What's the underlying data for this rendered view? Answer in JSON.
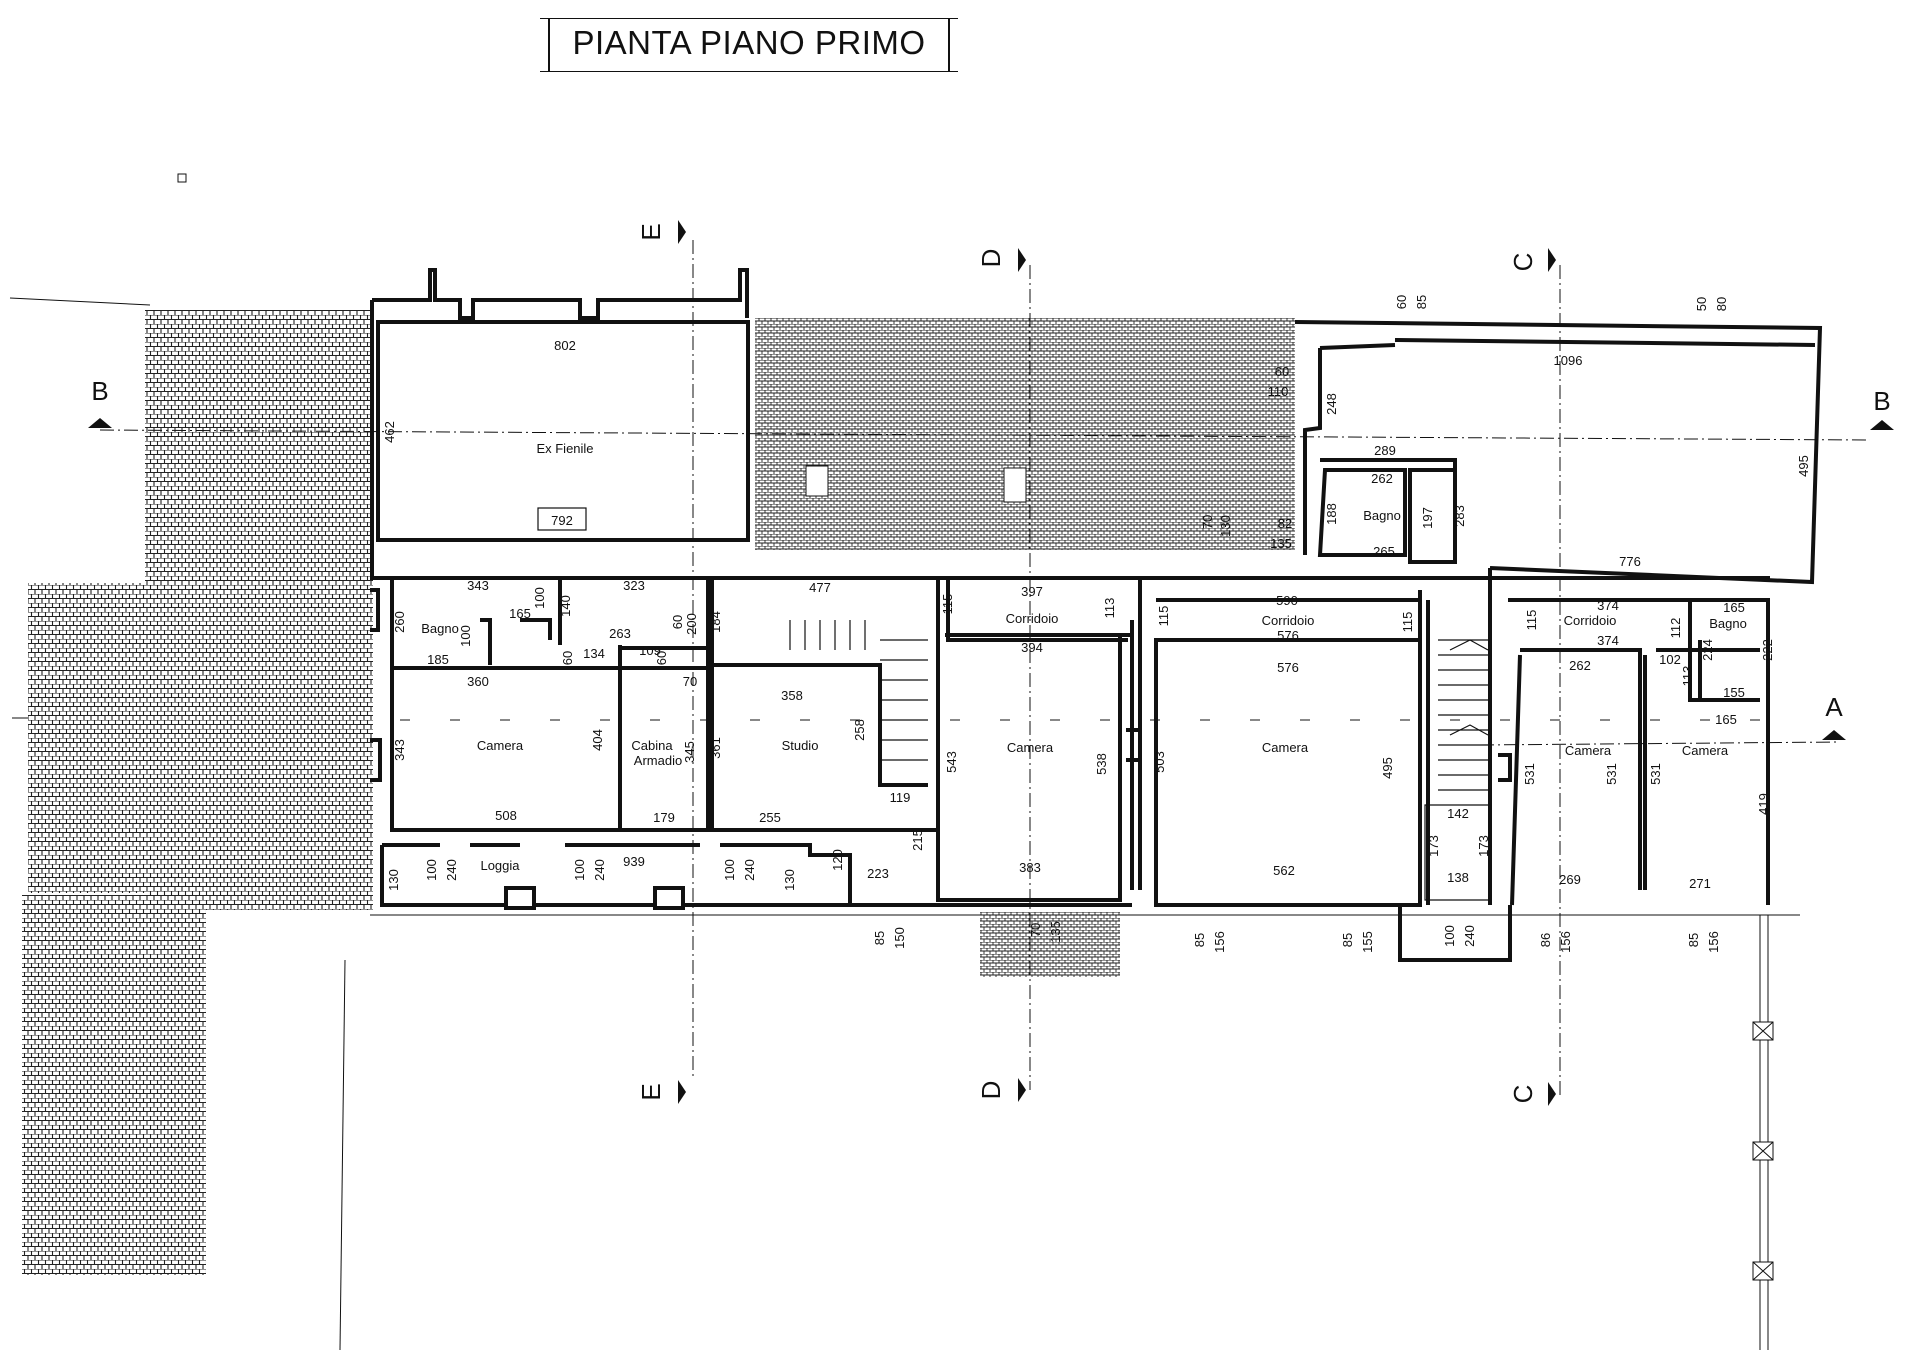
{
  "title": "PIANTA PIANO PRIMO",
  "sections": {
    "a": "A",
    "b": "B",
    "c": "C",
    "d": "D",
    "e": "E"
  },
  "rooms": {
    "ex_fienile": "Ex Fienile",
    "bagno_1": "Bagno",
    "bagno_2": "Bagno",
    "bagno_3": "Bagno",
    "camera_1": "Camera",
    "camera_2": "Camera",
    "camera_3": "Camera",
    "camera_4": "Camera",
    "camera_5": "Camera",
    "cabina": "Cabina",
    "armadio": "Armadio",
    "studio": "Studio",
    "loggia": "Loggia",
    "corridoio_1": "Corridoio",
    "corridoio_2": "Corridoio",
    "corridoio_3": "Corridoio"
  },
  "dims": {
    "ef_top": "802",
    "ef_left": "462",
    "ef_bottom": "792",
    "b1_top": "343",
    "b1_left": "260",
    "b1_in": "165",
    "b1_bot": "185",
    "b1_v": "100",
    "b1_v2": "100",
    "b1_140": "140",
    "b1_60": "60",
    "c1_top": "360",
    "c1_left": "343",
    "c1_right": "404",
    "c1_bot": "508",
    "d323": "323",
    "d263": "263",
    "d134": "134",
    "d109": "109",
    "d60b": "60",
    "d60c": "60",
    "d200": "200",
    "d70": "70",
    "cab_345": "345",
    "cab_179": "179",
    "st_477": "477",
    "st_184": "184",
    "st_358": "358",
    "st_361": "361",
    "st_258": "258",
    "st_255": "255",
    "st_119": "119",
    "st_120": "120",
    "st_215": "215",
    "st_223": "223",
    "lg_939": "939",
    "lg_130a": "130",
    "lg_100a": "100",
    "lg_240a": "240",
    "lg_100b": "100",
    "lg_240b": "240",
    "lg_100c": "100",
    "lg_240c": "240",
    "lg_130b": "130",
    "w85a": "85",
    "w150a": "150",
    "co1_397": "397",
    "co1_115": "115",
    "co1_113": "113",
    "co1_394": "394",
    "c2_543": "543",
    "c2_538": "538",
    "c2_383": "383",
    "w70a": "70",
    "w135a": "135",
    "d70b": "70",
    "d130": "130",
    "d82": "82",
    "d135b": "135",
    "co2_590": "590",
    "co2_576a": "576",
    "co2_576b": "576",
    "co2_115a": "115",
    "co2_115b": "115",
    "c3_503": "503",
    "c3_495": "495",
    "c3_562": "562",
    "w85b": "85",
    "w156b": "156",
    "w85c": "85",
    "w155c": "155",
    "b2_262": "262",
    "b2_188": "188",
    "b2_197": "197",
    "b2_265": "265",
    "b2_283": "283",
    "top_60a": "60",
    "top_85": "85",
    "top_50": "50",
    "top_80": "80",
    "ne_1096": "1096",
    "ne_60": "60",
    "ne_110": "110",
    "ne_248": "248",
    "ne_289": "289",
    "ne_495": "495",
    "ne_776": "776",
    "st2_142": "142",
    "st2_173a": "173",
    "st2_173b": "173",
    "st2_138": "138",
    "w100d": "100",
    "w240d": "240",
    "co3_374a": "374",
    "co3_374b": "374",
    "co3_115": "115",
    "co3_112": "112",
    "co3_102": "102",
    "co3_113": "113",
    "b3_165": "165",
    "b3_224": "224",
    "b3_222": "222",
    "b3_155": "155",
    "c4_262": "262",
    "c4_531a": "531",
    "c4_531b": "531",
    "c4_269": "269",
    "c5_165": "165",
    "c5_531": "531",
    "c5_419": "419",
    "c5_271": "271",
    "w86e": "86",
    "w156e": "156",
    "w85f": "85",
    "w156f": "156"
  }
}
